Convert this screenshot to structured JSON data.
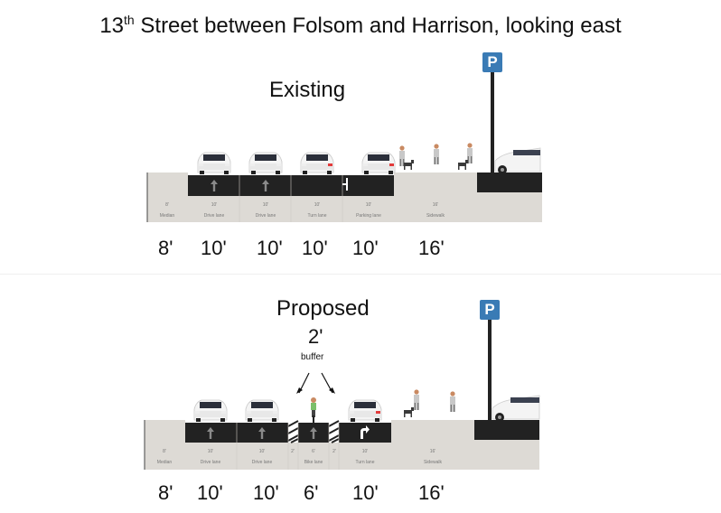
{
  "title": {
    "main": "13",
    "sup": "th",
    "rest": " Street  between Folsom and Harrison, looking east"
  },
  "sign_letter": "P",
  "existing": {
    "label": "Existing",
    "lanes": [
      {
        "width": "8'",
        "name": "Median"
      },
      {
        "width": "10'",
        "name": "Drive lane"
      },
      {
        "width": "10'",
        "name": "Drive lane"
      },
      {
        "width": "10'",
        "name": "Turn lane"
      },
      {
        "width": "10'",
        "name": "Parking lane"
      },
      {
        "width": "16'",
        "name": "Sidewalk"
      }
    ],
    "dims": [
      "8'",
      "10'",
      "10'",
      "10'",
      "10'",
      "16'"
    ]
  },
  "proposed": {
    "label": "Proposed",
    "buffer_dim": "2'",
    "buffer_label": "buffer",
    "lanes": [
      {
        "width": "8'",
        "name": "Median"
      },
      {
        "width": "10'",
        "name": "Drive lane"
      },
      {
        "width": "10'",
        "name": "Drive lane"
      },
      {
        "width": "2'",
        "name": ""
      },
      {
        "width": "6'",
        "name": "Bike lane"
      },
      {
        "width": "2'",
        "name": ""
      },
      {
        "width": "10'",
        "name": "Turn lane"
      },
      {
        "width": "16'",
        "name": "Sidewalk"
      }
    ],
    "dims": [
      "8'",
      "10'",
      "10'",
      "6'",
      "10'",
      "16'"
    ]
  },
  "colors": {
    "asphalt": "#222222",
    "curb": "#dddad5",
    "sign": "#3a7bb5",
    "marking": "#ffffff",
    "tail_light": "#e23b3b"
  }
}
